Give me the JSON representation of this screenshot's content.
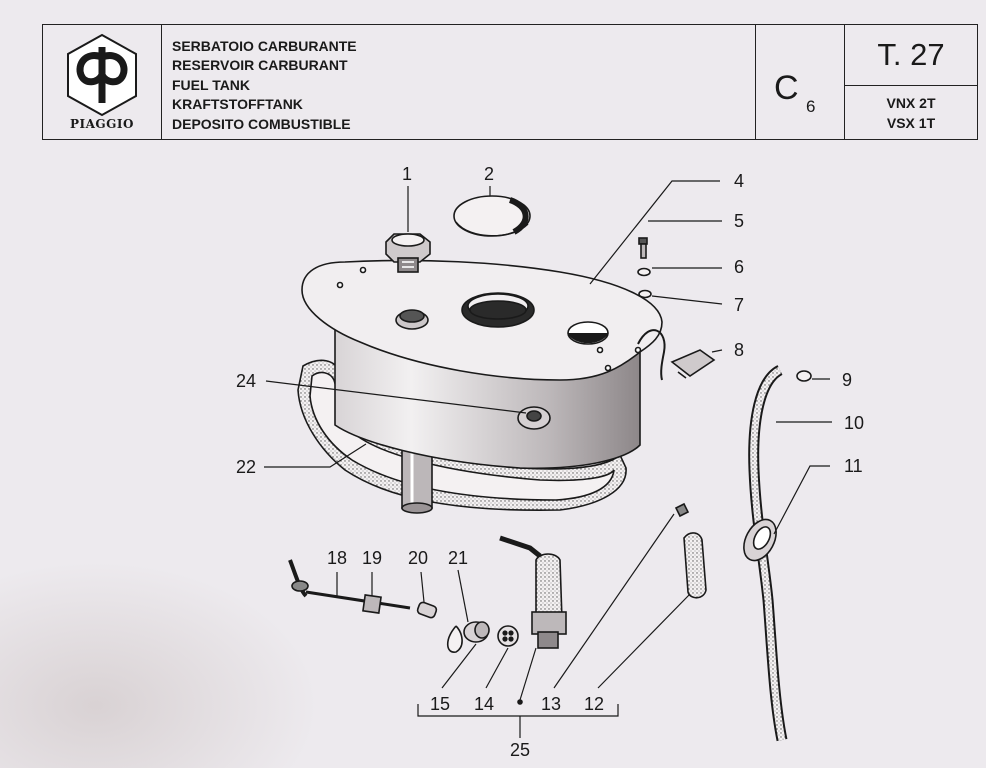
{
  "header": {
    "brand": "PIAGGIO",
    "titles": [
      "SERBATOIO CARBURANTE",
      "RESERVOIR CARBURANT",
      "FUEL TANK",
      "KRAFTSTOFFTANK",
      "DEPOSITO COMBUSTIBLE"
    ],
    "section_letter": "C",
    "section_sub": "6",
    "table": "T. 27",
    "models": [
      "VNX 2T",
      "VSX 1T"
    ]
  },
  "callouts": {
    "c1": "1",
    "c2": "2",
    "c4": "4",
    "c5": "5",
    "c6": "6",
    "c7": "7",
    "c8": "8",
    "c9": "9",
    "c10": "10",
    "c11": "11",
    "c12": "12",
    "c13": "13",
    "c14": "14",
    "c15": "15",
    "c18": "18",
    "c19": "19",
    "c20": "20",
    "c21": "21",
    "c22": "22",
    "c24": "24",
    "c25": "25"
  },
  "colors": {
    "ink": "#1a1a1a",
    "paper": "#edeaee"
  }
}
